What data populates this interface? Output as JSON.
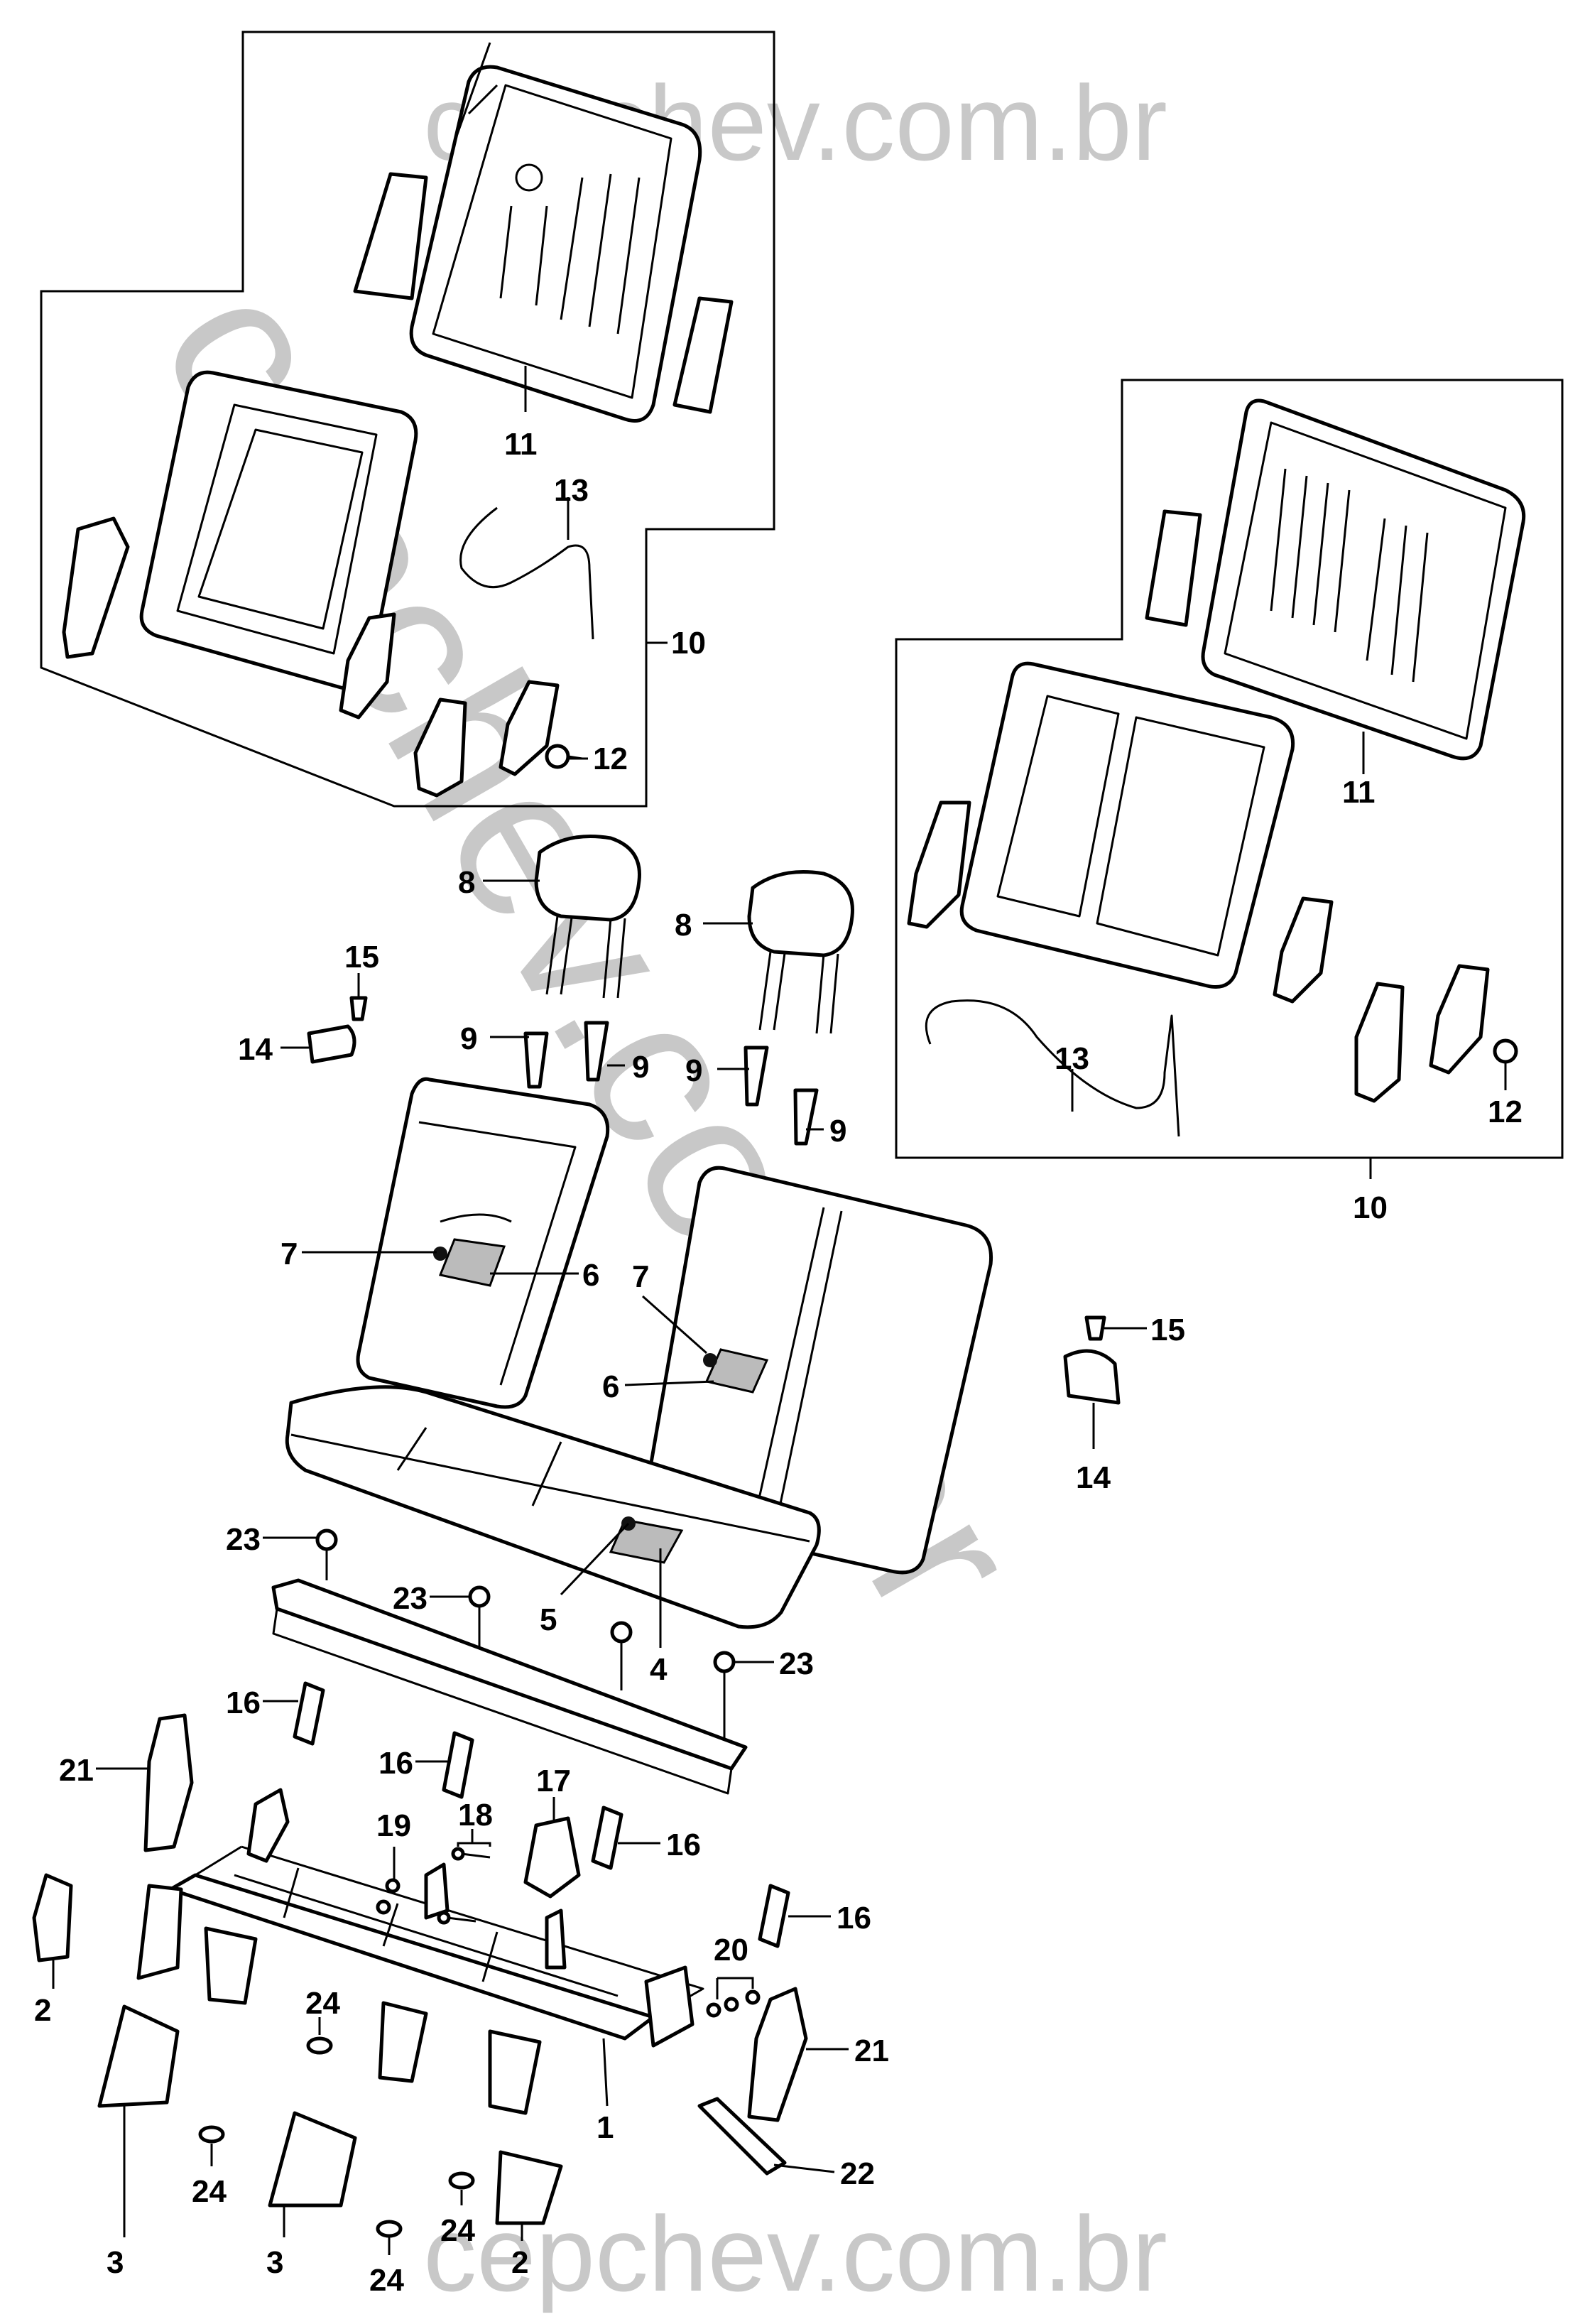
{
  "watermarks": {
    "top": "cepchev.com.br",
    "bottom": "cepchev.com.br",
    "diagonal": "cepchev.com.br"
  },
  "callouts": {
    "c1": "1",
    "c2a": "2",
    "c2b": "2",
    "c3a": "3",
    "c3b": "3",
    "c4": "4",
    "c5": "5",
    "c6a": "6",
    "c6b": "6",
    "c7a": "7",
    "c7b": "7",
    "c8a": "8",
    "c8b": "8",
    "c9a": "9",
    "c9b": "9",
    "c9c": "9",
    "c9d": "9",
    "c10a": "10",
    "c10b": "10",
    "c11a": "11",
    "c11b": "11",
    "c12a": "12",
    "c12b": "12",
    "c13a": "13",
    "c13b": "13",
    "c14a": "14",
    "c14b": "14",
    "c15a": "15",
    "c15b": "15",
    "c16a": "16",
    "c16b": "16",
    "c16c": "16",
    "c16d": "16",
    "c17": "17",
    "c18": "18",
    "c19": "19",
    "c20": "20",
    "c21a": "21",
    "c21b": "21",
    "c22": "22",
    "c23a": "23",
    "c23b": "23",
    "c23c": "23",
    "c24a": "24",
    "c24b": "24",
    "c24c": "24",
    "c24d": "24"
  }
}
